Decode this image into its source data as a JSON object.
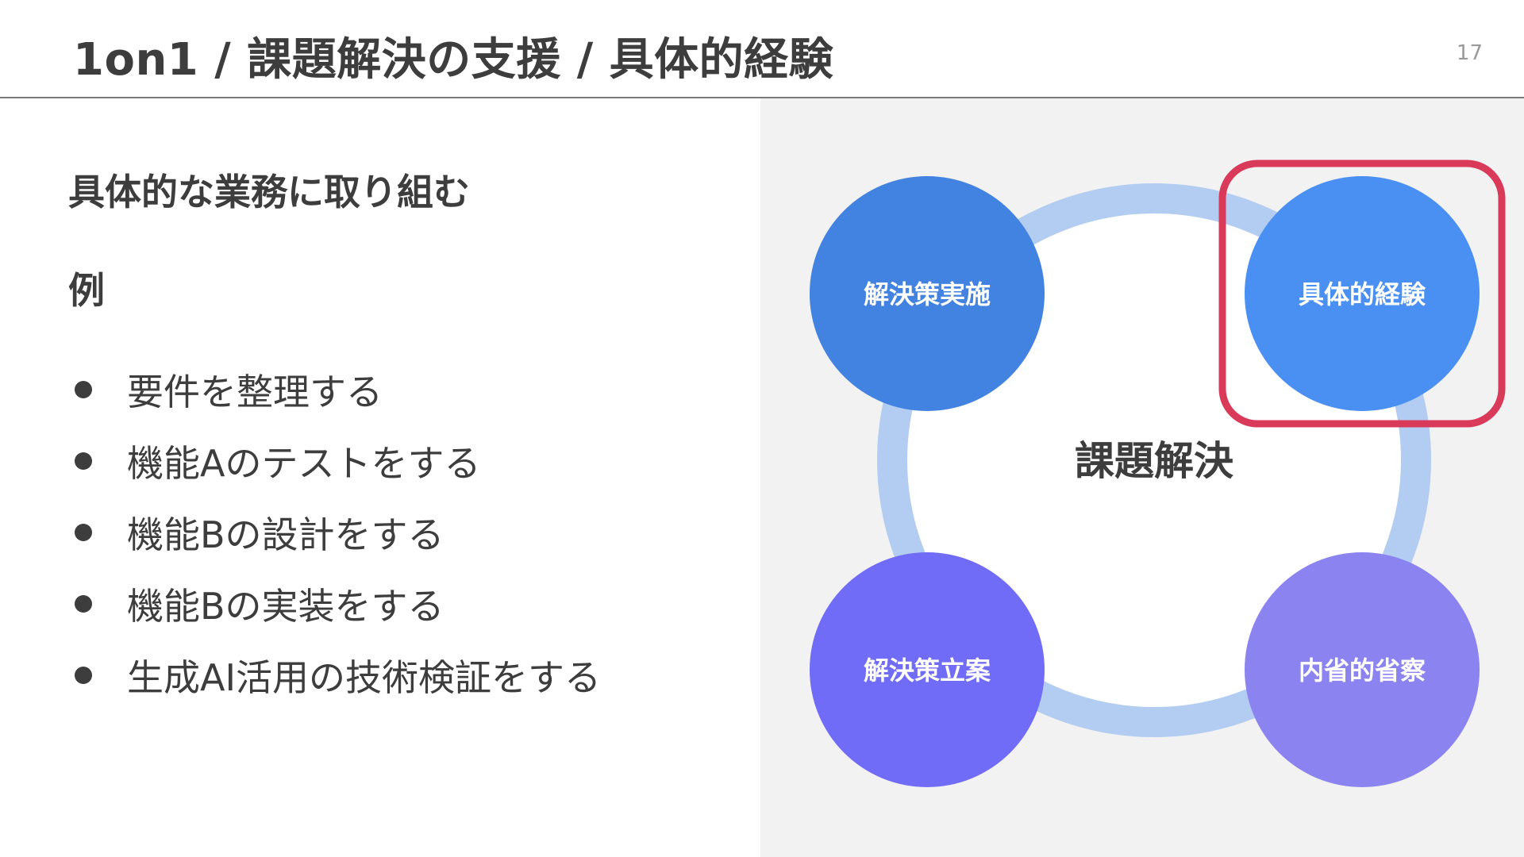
{
  "slide": {
    "title": "1on1 / 課題解決の支援 / 具体的経験",
    "page_number": "17"
  },
  "content": {
    "heading": "具体的な業務に取り組む",
    "example_label": "例",
    "bullets": [
      "要件を整理する",
      "機能Aのテストをする",
      "機能Bの設計をする",
      "機能Bの実装をする",
      "生成AI活用の技術検証をする"
    ]
  },
  "diagram": {
    "center_label": "課題解決",
    "nodes": [
      {
        "label": "解決策実施",
        "color": "#4282e0"
      },
      {
        "label": "具体的経験",
        "color": "#4a90f2",
        "highlighted": true
      },
      {
        "label": "解決策立案",
        "color": "#706cf7"
      },
      {
        "label": "内省的省察",
        "color": "#8a83f0"
      }
    ],
    "ring_color": "#b3cdf2",
    "highlight_color": "#d93a5a"
  }
}
